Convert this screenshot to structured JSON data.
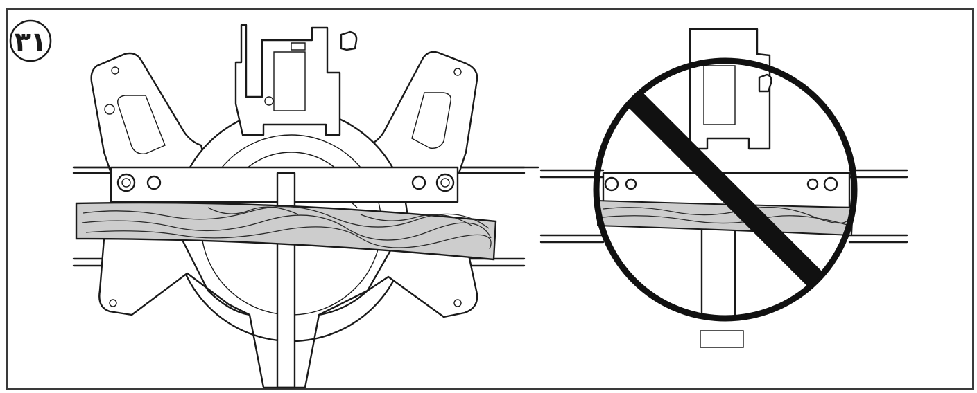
{
  "figure": {
    "number_label": "٣١",
    "colors": {
      "ink": "#1a1a1a",
      "wood": "#c9c9c9",
      "prohibit": "#111111"
    },
    "panels": [
      {
        "name": "correct-setup",
        "icon": "miter-saw-icon"
      },
      {
        "name": "incorrect-setup",
        "icon": "prohibition-icon"
      }
    ]
  }
}
